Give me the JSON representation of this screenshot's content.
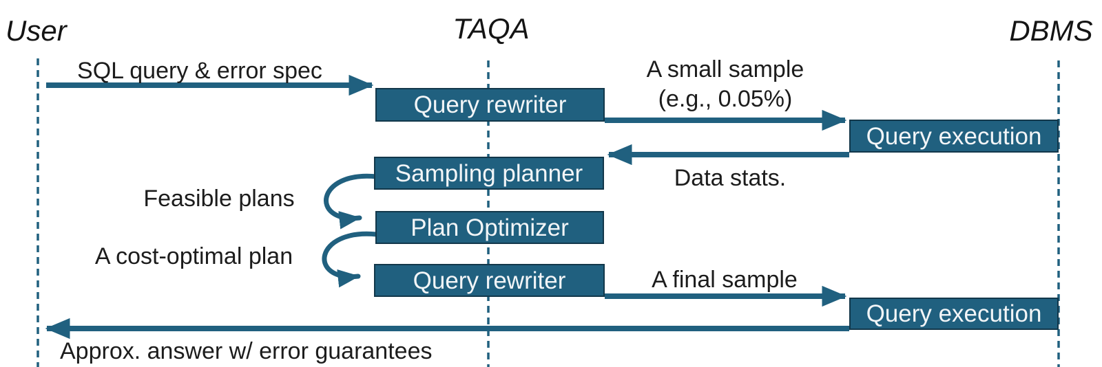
{
  "diagram": {
    "type": "sequence-flow",
    "lanes": [
      {
        "label": "User"
      },
      {
        "label": "TAQA"
      },
      {
        "label": "DBMS"
      }
    ],
    "components": [
      {
        "label": "Query rewriter",
        "lane": "TAQA"
      },
      {
        "label": "Query execution",
        "lane": "DBMS"
      },
      {
        "label": "Sampling planner",
        "lane": "TAQA"
      },
      {
        "label": "Plan Optimizer",
        "lane": "TAQA"
      },
      {
        "label": "Query rewriter",
        "lane": "TAQA"
      },
      {
        "label": "Query execution",
        "lane": "DBMS"
      }
    ],
    "messages": {
      "sql_query": "SQL query & error spec",
      "small_sample_line1": "A small sample",
      "small_sample_line2": "(e.g., 0.05%)",
      "data_stats": "Data stats.",
      "feasible_plans": "Feasible plans",
      "cost_optimal_plan": "A cost-optimal plan",
      "final_sample": "A final sample",
      "approx_answer": "Approx. answer w/ error guarantees"
    },
    "colors": {
      "accent_teal": "#20607F",
      "box_border": "#12374A",
      "box_text": "#F2F5F7",
      "label_text": "#1C1C1C",
      "background": "#FFFFFF"
    }
  }
}
